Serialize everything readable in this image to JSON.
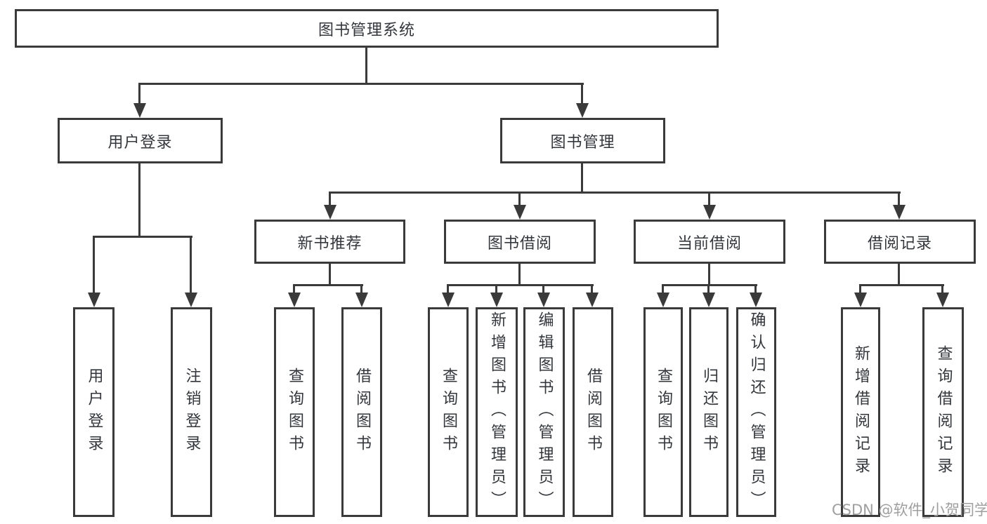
{
  "diagram": {
    "type": "hierarchy-tree",
    "root": {
      "label": "图书管理系统"
    },
    "level2": [
      {
        "label": "用户登录",
        "parent": "图书管理系统"
      },
      {
        "label": "图书管理",
        "parent": "图书管理系统"
      }
    ],
    "level3": [
      {
        "label": "新书推荐",
        "parent": "图书管理"
      },
      {
        "label": "图书借阅",
        "parent": "图书管理"
      },
      {
        "label": "当前借阅",
        "parent": "图书管理"
      },
      {
        "label": "借阅记录",
        "parent": "图书管理"
      }
    ],
    "leaves": [
      {
        "label": "用户登录",
        "parent": "用户登录"
      },
      {
        "label": "注销登录",
        "parent": "用户登录"
      },
      {
        "label": "查询图书",
        "parent": "新书推荐"
      },
      {
        "label": "借阅图书",
        "parent": "新书推荐"
      },
      {
        "label": "查询图书",
        "parent": "图书借阅"
      },
      {
        "label": "新增图书（管理员）",
        "parent": "图书借阅"
      },
      {
        "label": "编辑图书（管理员）",
        "parent": "图书借阅"
      },
      {
        "label": "借阅图书",
        "parent": "图书借阅"
      },
      {
        "label": "查询图书",
        "parent": "当前借阅"
      },
      {
        "label": "归还图书",
        "parent": "当前借阅"
      },
      {
        "label": "确认归还（管理员）",
        "parent": "当前借阅"
      },
      {
        "label": "新增借阅记录",
        "parent": "借阅记录"
      },
      {
        "label": "查询借阅记录",
        "parent": "借阅记录"
      }
    ],
    "watermark": "CSDN @软件_小贺同学",
    "colors": {
      "line": "#3a3a3a",
      "text": "#33373c",
      "watermark": "#9f9f9f",
      "background": "#ffffff"
    }
  }
}
